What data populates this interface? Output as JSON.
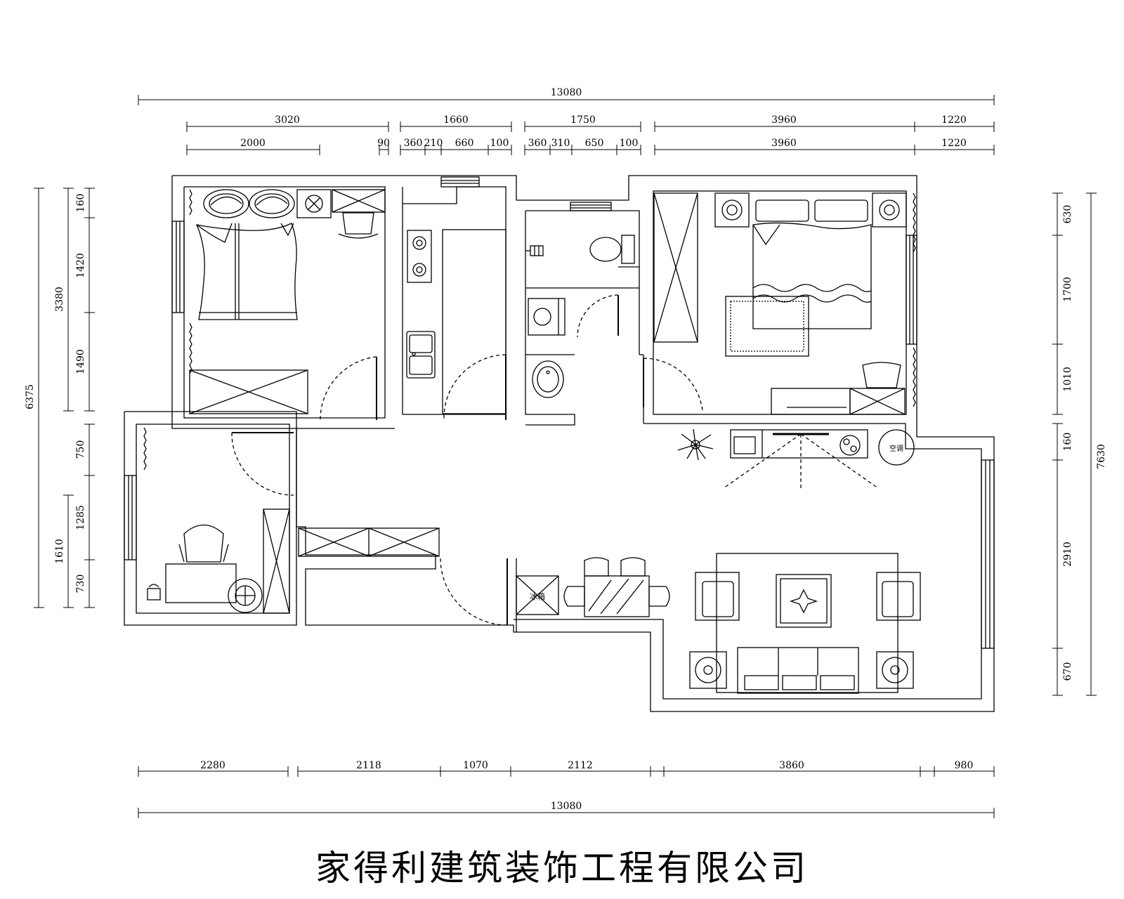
{
  "company_name": "家得利建筑装饰工程有限公司",
  "labels": {
    "aircon": "空调",
    "fridge": "冰箱"
  },
  "dimensions": {
    "top_total": "13080",
    "top_row1": [
      "3020",
      "1660",
      "1750",
      "3960",
      "1220"
    ],
    "top_row2": [
      "2000",
      "90",
      "360",
      "210",
      "660",
      "100",
      "360",
      "310",
      "650",
      "100",
      "3960",
      "1220"
    ],
    "bottom_row": [
      "2280",
      "2118",
      "1070",
      "2112",
      "3860",
      "980"
    ],
    "bottom_total": "13080",
    "left_total": "6375",
    "left_outer": [
      "3380",
      "1610"
    ],
    "left_inner": [
      "160",
      "1420",
      "1490",
      "750",
      "1285",
      "730"
    ],
    "right_total": "7630",
    "right_inner": [
      "630",
      "1700",
      "1010",
      "160",
      "2910",
      "670"
    ]
  },
  "colors": {
    "line": "#000000",
    "background": "#ffffff"
  }
}
